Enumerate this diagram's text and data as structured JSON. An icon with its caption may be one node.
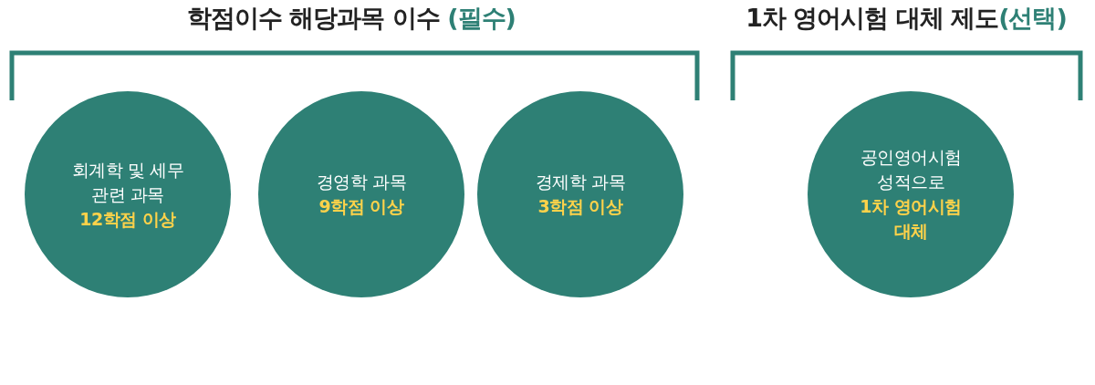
{
  "diagram": {
    "nodes": [
      {
        "text": [
          "회계학 및 세무 관련 과목",
          "12학점 이상"
        ]
      },
      {
        "text": [
          "경영학 과목",
          "9학점 이상"
        ]
      },
      {
        "text": [
          "경제학 과목",
          "3학점 이상"
        ]
      },
      {
        "text": [
          "공인영어시험 성적으로",
          "1차 영어시험 대체"
        ]
      }
    ],
    "labels": [
      "학점이수 해당과목 이수 **(필수)**",
      "1차 영어시험 대체 제도**(선택)**"
    ]
  }
}
